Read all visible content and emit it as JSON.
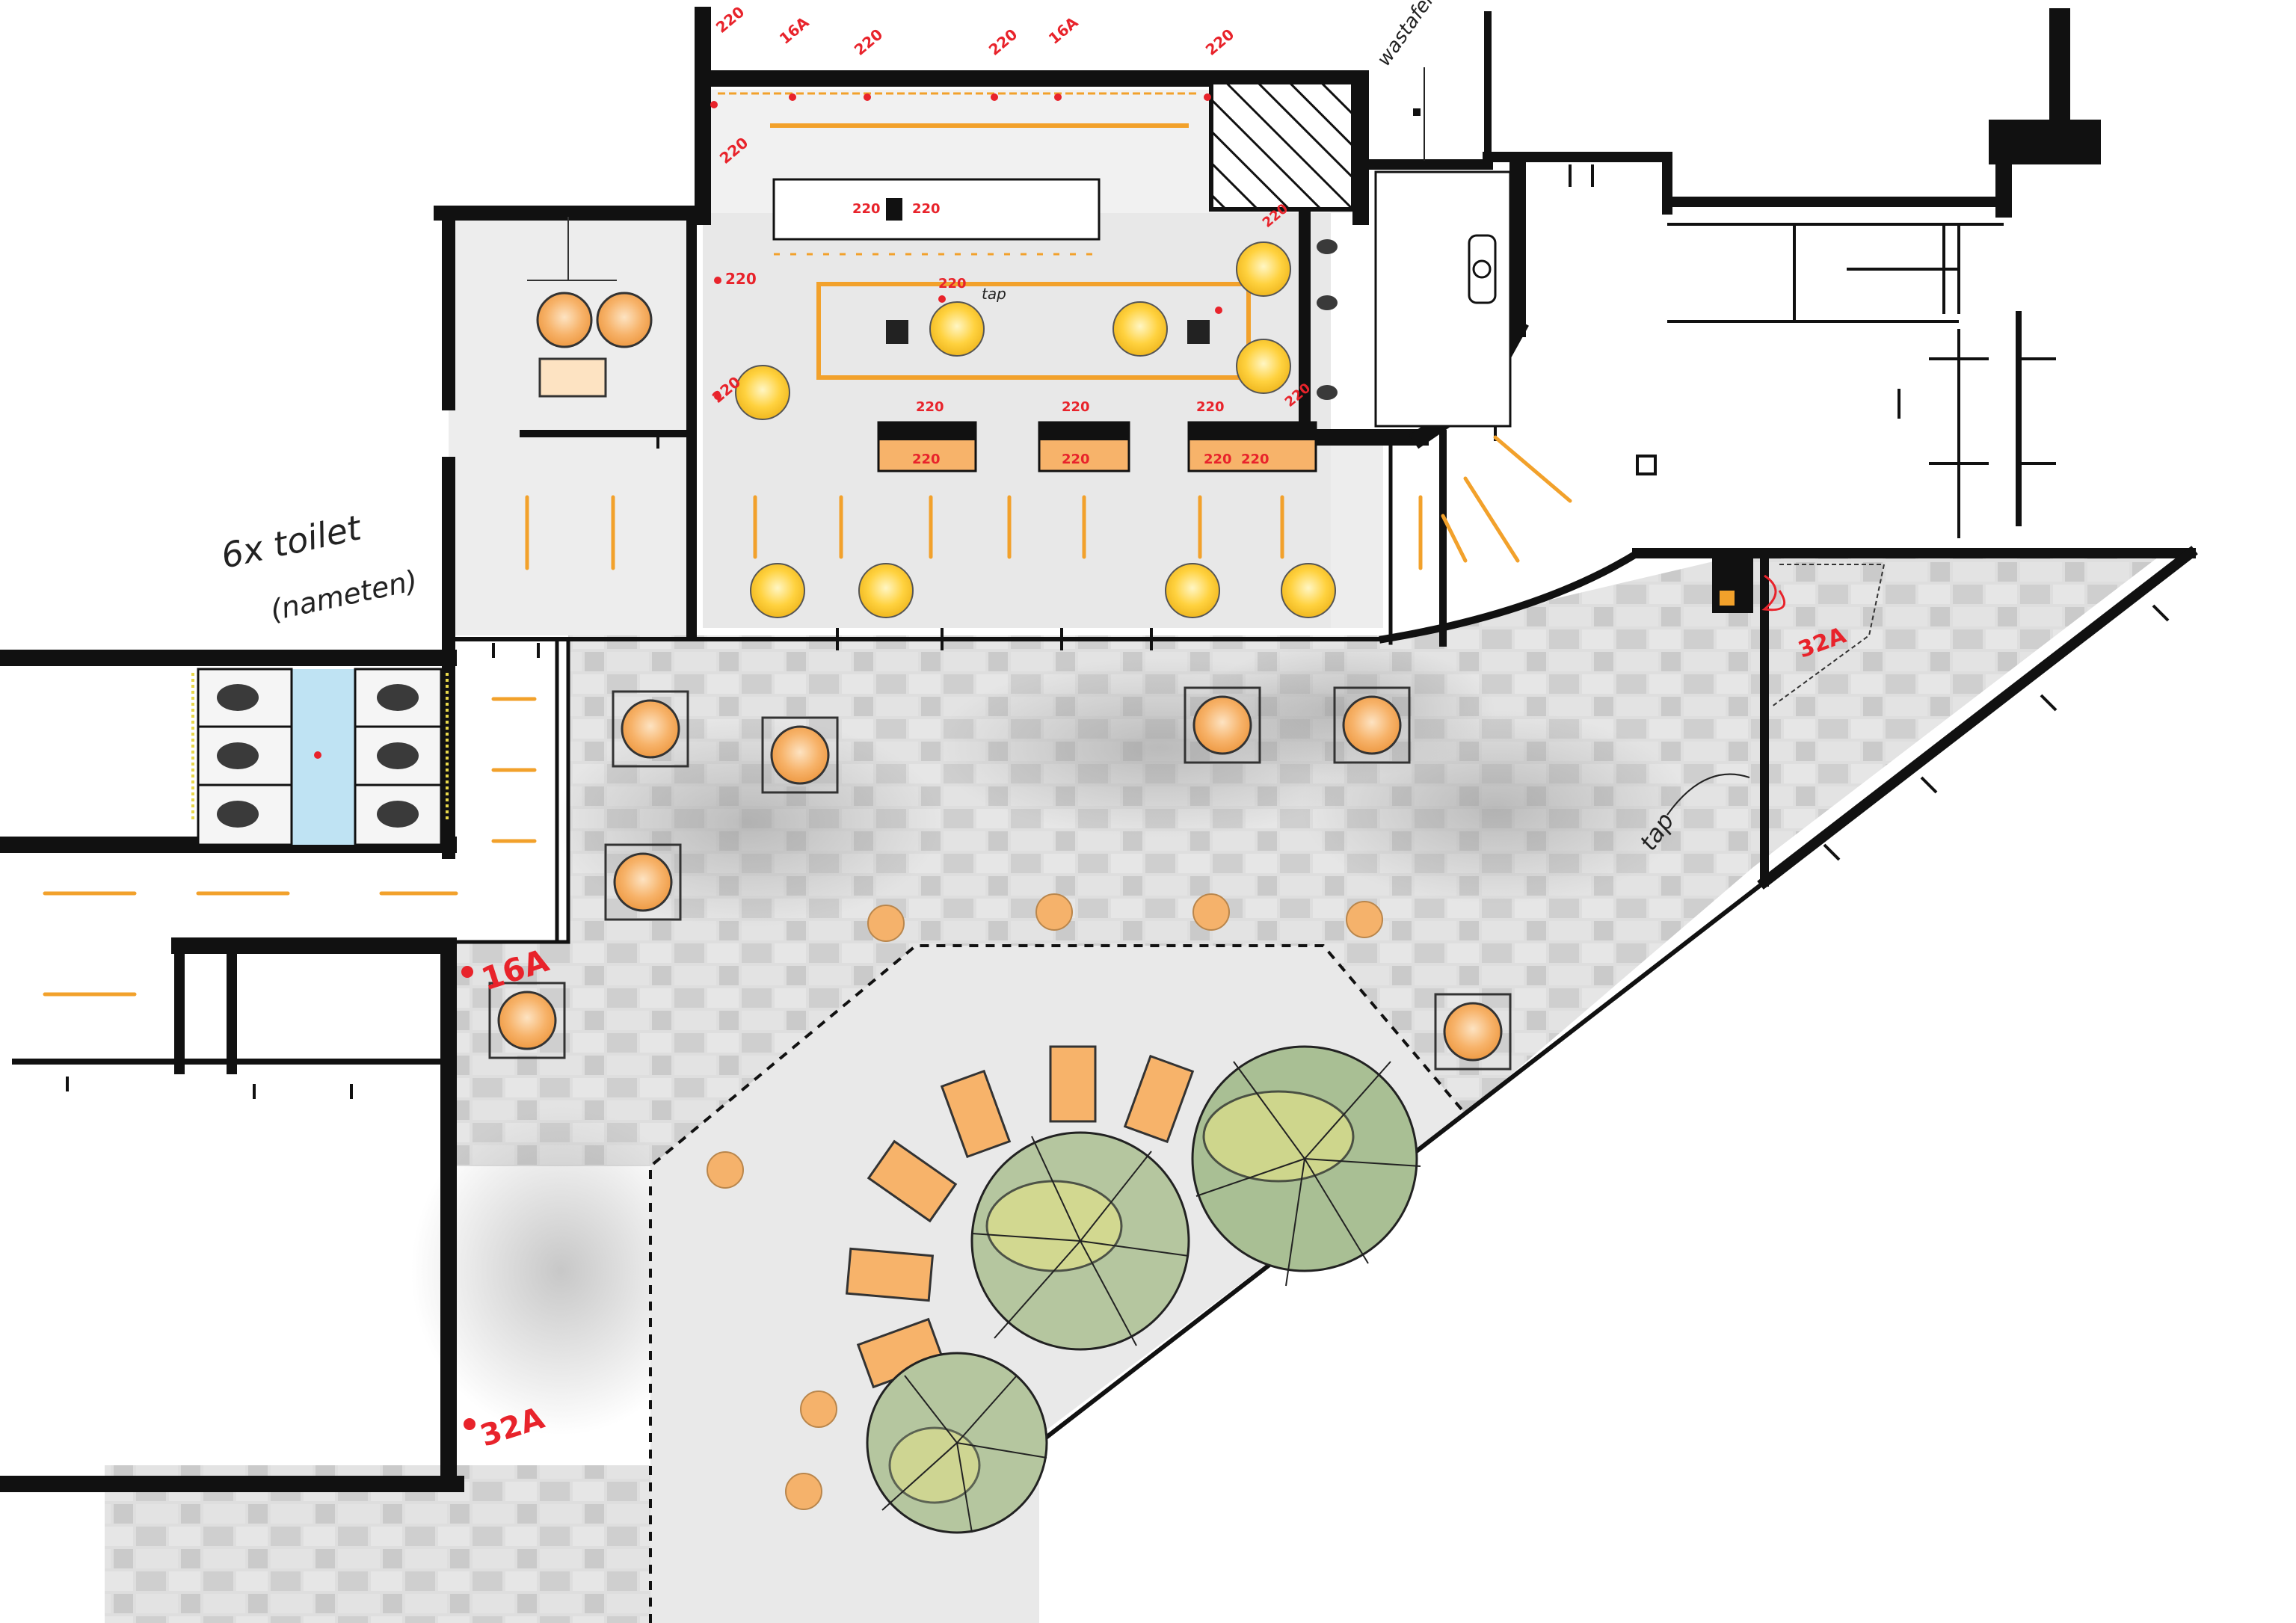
{
  "colors": {
    "wall": "#111111",
    "paving": "#dcdcdc",
    "paving_dark": "#c3c3c3",
    "floor_light": "#ececec",
    "accent_orange": "#f2a12b",
    "table_orange": "#f5b26b",
    "lamp_yellow": "#ffd23f",
    "electric_red": "#e8232b",
    "tree_green": "#a9bf94",
    "tree_yellow": "#dfe08a",
    "toilet_blue": "#bfe3f3",
    "handwriting": "#222222"
  },
  "annotations": {
    "toilets_line1": "6x toilet",
    "toilets_line2": "(nameten)",
    "wastafel": "wastafel",
    "tap_bar": "tap",
    "tap_right": "tap"
  },
  "electric_labels": {
    "top_1": "220",
    "top_2": "16A",
    "top_3": "220",
    "top_4": "220",
    "top_5": "16A",
    "top_6": "220",
    "top_left": "220",
    "bar_1": "220",
    "bar_2": "220",
    "bar_3": "220",
    "hall": "220",
    "left": "220",
    "booth_a_top": "220",
    "booth_b_top": "220",
    "booth_c_top": "220",
    "booth_a": "220",
    "booth_b": "220",
    "booth_c1": "220",
    "booth_c2": "220",
    "right_top": "220",
    "right_mid": "220",
    "entrance": "16A",
    "courtyard": "32A",
    "corner": "32A"
  },
  "icons": [
    "faucet-icon",
    "toilet-icon",
    "ventilation-icon",
    "light-fixture-icon",
    "electric-outlet-icon"
  ]
}
